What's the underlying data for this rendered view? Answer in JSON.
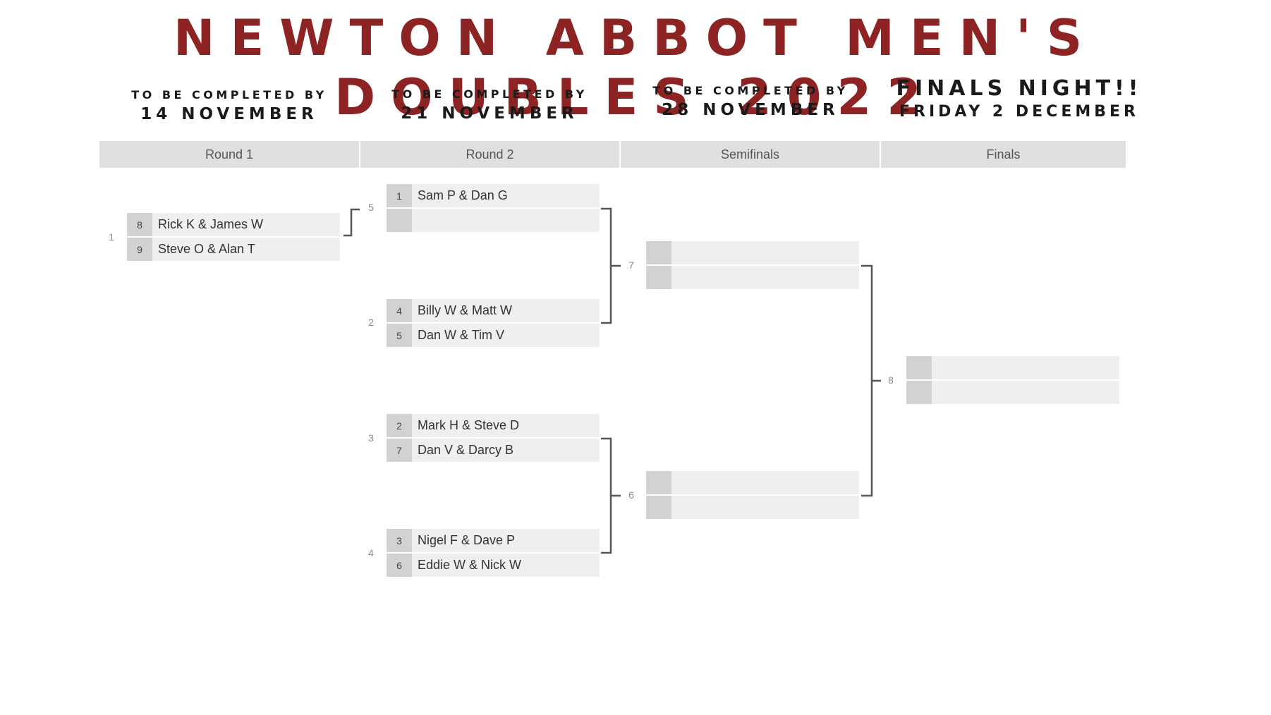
{
  "title": "NEWTON ABBOT MEN'S DOUBLES 2022",
  "deadlines": [
    {
      "line1": "TO BE COMPLETED BY",
      "line2": "14 NOVEMBER"
    },
    {
      "line1": "TO BE COMPLETED BY",
      "line2": "21 NOVEMBER"
    },
    {
      "line1": "TO BE COMPLETED BY",
      "line2": "28 NOVEMBER"
    },
    {
      "line1": "FINALS NIGHT!!",
      "line2": "FRIDAY 2 DECEMBER"
    }
  ],
  "rounds": [
    "Round 1",
    "Round 2",
    "Semifinals",
    "Finals"
  ],
  "matches": [
    {
      "id": "1",
      "teams": [
        {
          "seed": "8",
          "name": "Rick K & James W"
        },
        {
          "seed": "9",
          "name": "Steve O & Alan T"
        }
      ]
    },
    {
      "id": "5",
      "teams": [
        {
          "seed": "1",
          "name": "Sam P & Dan G"
        },
        {
          "seed": "",
          "name": ""
        }
      ]
    },
    {
      "id": "2",
      "teams": [
        {
          "seed": "4",
          "name": "Billy W & Matt W"
        },
        {
          "seed": "5",
          "name": "Dan W & Tim V"
        }
      ]
    },
    {
      "id": "3",
      "teams": [
        {
          "seed": "2",
          "name": "Mark H & Steve D"
        },
        {
          "seed": "7",
          "name": "Dan V & Darcy B"
        }
      ]
    },
    {
      "id": "4",
      "teams": [
        {
          "seed": "3",
          "name": "Nigel F & Dave P"
        },
        {
          "seed": "6",
          "name": "Eddie W & Nick W"
        }
      ]
    },
    {
      "id": "7",
      "teams": [
        {
          "seed": "",
          "name": ""
        },
        {
          "seed": "",
          "name": ""
        }
      ]
    },
    {
      "id": "6",
      "teams": [
        {
          "seed": "",
          "name": ""
        },
        {
          "seed": "",
          "name": ""
        }
      ]
    },
    {
      "id": "8",
      "teams": [
        {
          "seed": "",
          "name": ""
        },
        {
          "seed": "",
          "name": ""
        }
      ]
    }
  ],
  "colors": {
    "title": "#8e2324",
    "header_bg": "#e0e0e0",
    "seed_bg": "#d2d2d2",
    "team_bg": "#efefef",
    "line": "#555555"
  }
}
